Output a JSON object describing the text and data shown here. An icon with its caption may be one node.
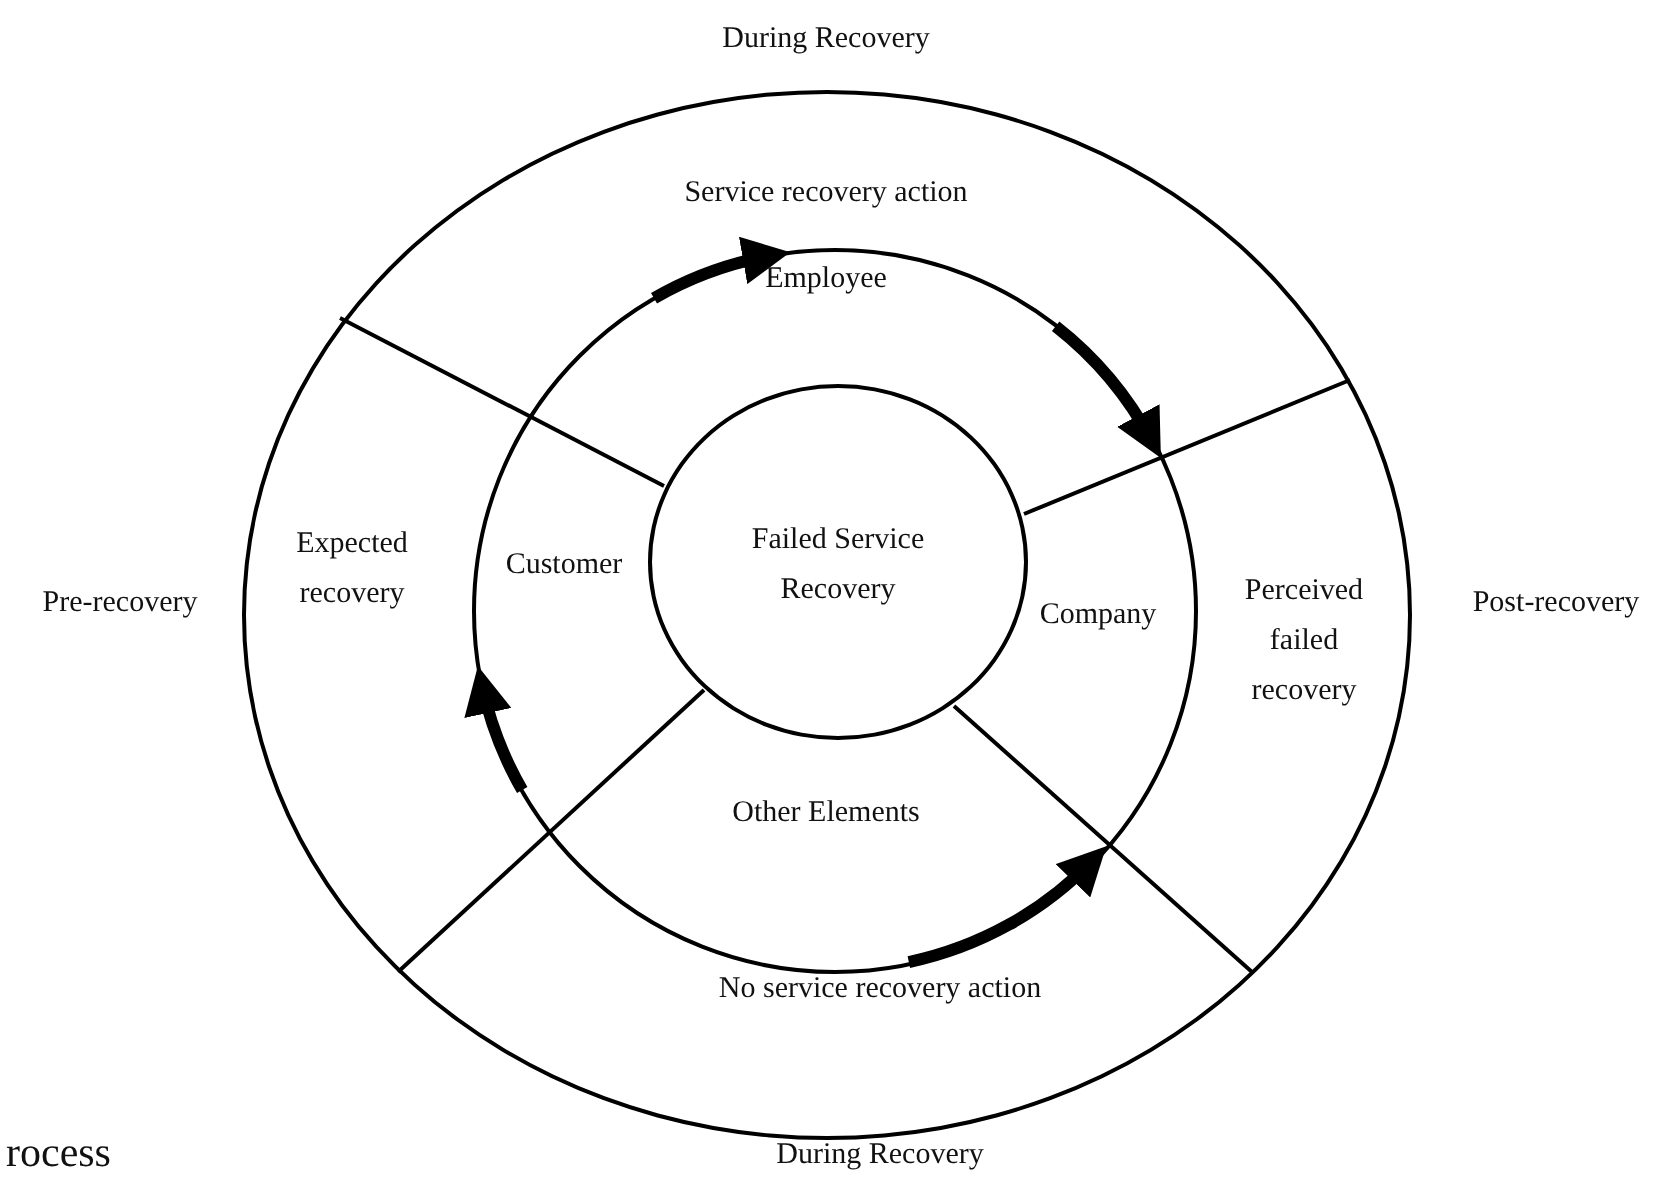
{
  "diagram": {
    "nodes": [
      {
        "text": [
          "Service recovery action",
          "Expected recovery",
          "Perceived failed recovery",
          "No service recovery action"
        ]
      },
      {
        "text": [
          "Employee",
          "Customer",
          "Company",
          "Other Elements"
        ],
        "in": 0
      },
      {
        "text": [
          "Failed Service Recovery"
        ],
        "in": 1
      }
    ],
    "labels": [
      "During Recovery",
      "Pre-recovery",
      "Post-recovery",
      "During Recovery",
      "rocess"
    ]
  }
}
